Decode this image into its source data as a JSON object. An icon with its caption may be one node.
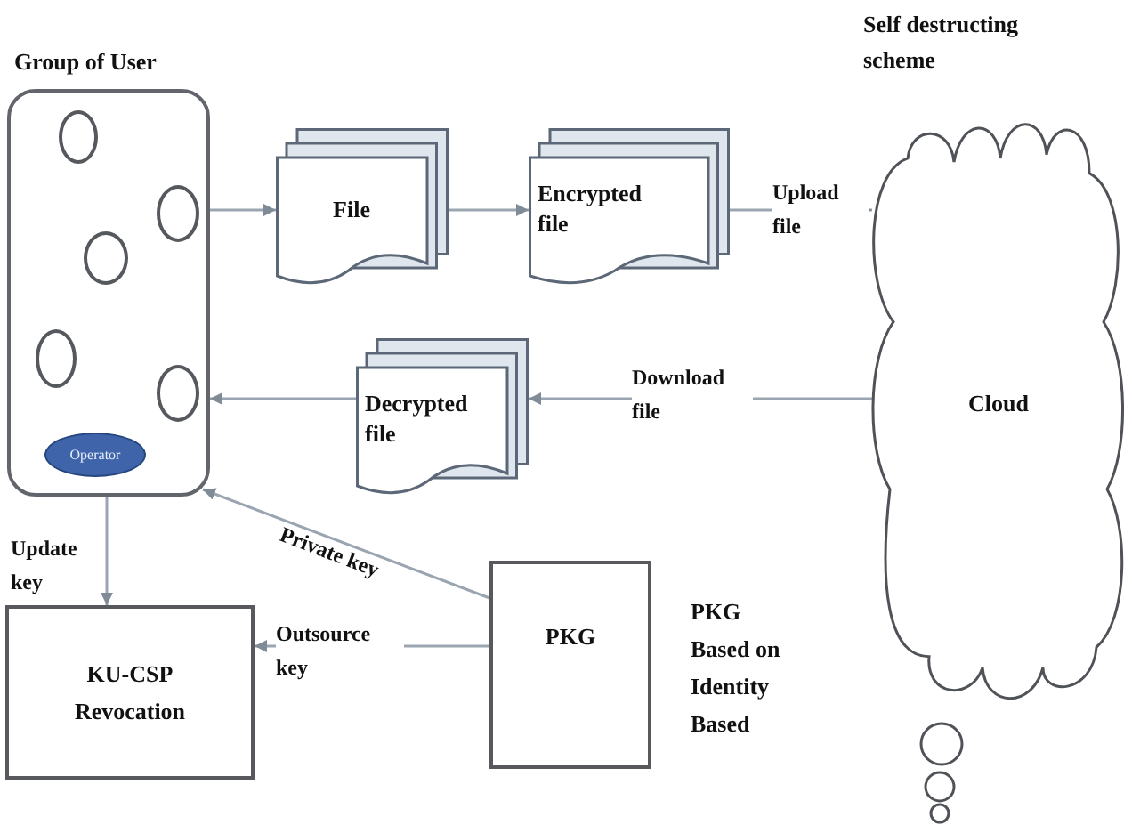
{
  "diagram": {
    "nodes": [
      {
        "text": [
          "Group of User"
        ]
      },
      {
        "text": [],
        "shape": "circle",
        "in": 0
      },
      {
        "text": [],
        "shape": "circle",
        "in": 0
      },
      {
        "text": [],
        "shape": "circle",
        "in": 0
      },
      {
        "text": [],
        "shape": "circle",
        "in": 0
      },
      {
        "text": [],
        "shape": "circle",
        "in": 0
      },
      {
        "text": [
          "Operator"
        ],
        "in": 0
      },
      {
        "text": [
          "File"
        ]
      },
      {
        "text": [
          "Encrypted file"
        ]
      },
      {
        "text": [
          "Cloud"
        ],
        "beside": [
          "Self destructing scheme"
        ]
      },
      {
        "text": [
          "Decrypted file"
        ]
      },
      {
        "text": [
          "KU-CSP Revocation"
        ]
      },
      {
        "text": [
          "PKG"
        ],
        "beside": [
          "PKG Based on Identity Based"
        ]
      }
    ],
    "edges": [
      {
        "from": 0,
        "to": 7,
        "arrow": "to"
      },
      {
        "from": 7,
        "to": 8,
        "arrow": "to"
      },
      {
        "from": 8,
        "to": 9,
        "arrow": "to",
        "label": "Upload file"
      },
      {
        "from": 9,
        "to": 10,
        "arrow": "to",
        "label": "Download file"
      },
      {
        "from": 10,
        "to": 0,
        "arrow": "to"
      },
      {
        "from": 0,
        "to": 11,
        "arrow": "to",
        "label": "Update key"
      },
      {
        "from": 12,
        "to": 0,
        "arrow": "to",
        "label": "Private key"
      },
      {
        "from": 12,
        "to": 11,
        "arrow": "to",
        "label": "Outsource key"
      }
    ]
  }
}
